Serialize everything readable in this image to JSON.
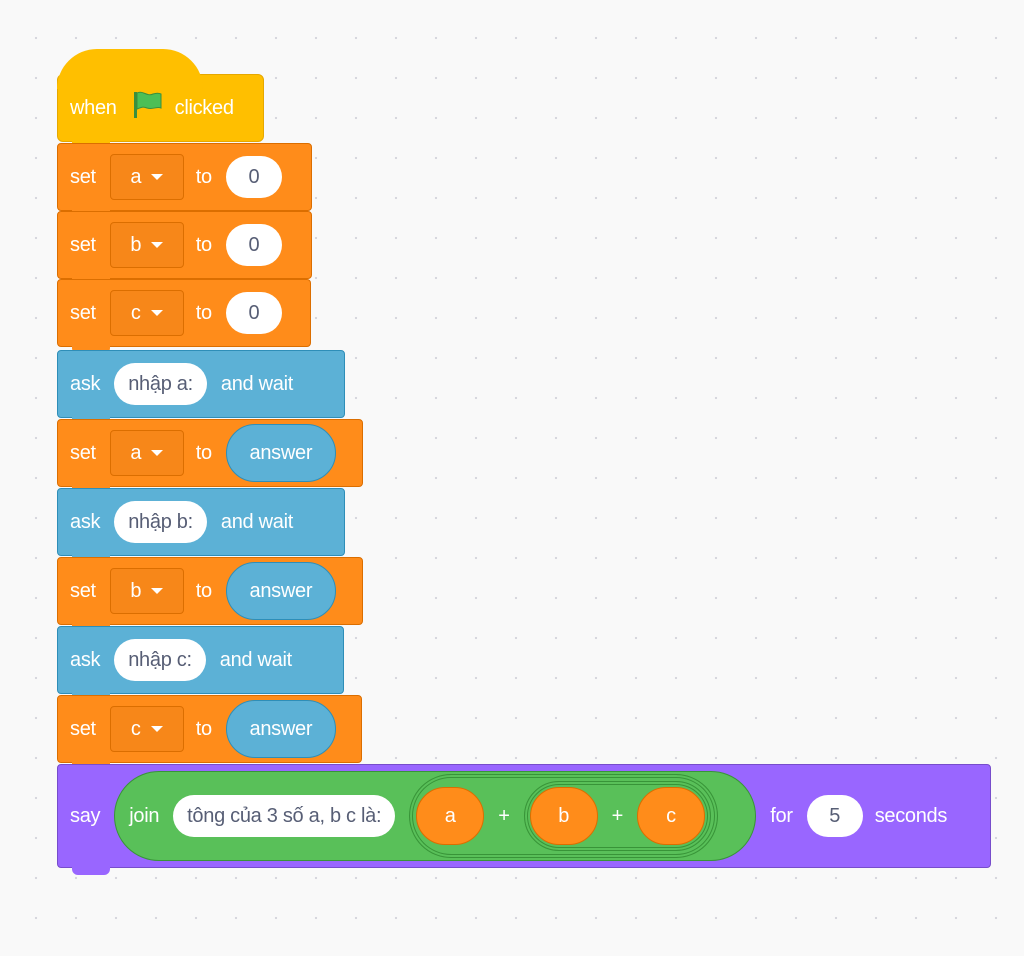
{
  "hat": {
    "when": "when",
    "clicked": "clicked"
  },
  "set_label": "set",
  "to_label": "to",
  "ask_label": "ask",
  "and_wait": "and wait",
  "answer": "answer",
  "vars": {
    "a": "a",
    "b": "b",
    "c": "c"
  },
  "zero": "0",
  "prompts": {
    "a": "nhập a:",
    "b": "nhập b:",
    "c": "nhập c:"
  },
  "say": {
    "say": "say",
    "join": "join",
    "text": "tông của 3 số a, b c là:",
    "plus": "+",
    "for": "for",
    "secs": "5",
    "seconds": "seconds"
  },
  "colors": {
    "event": "#ffbf00",
    "variables": "#ff8c1a",
    "sensing": "#5cb1d6",
    "looks": "#9966ff",
    "operators": "#59c059",
    "flag": "#4cbf56"
  },
  "icons": {
    "flag": "green-flag-icon",
    "dropdown": "caret-down-icon"
  }
}
